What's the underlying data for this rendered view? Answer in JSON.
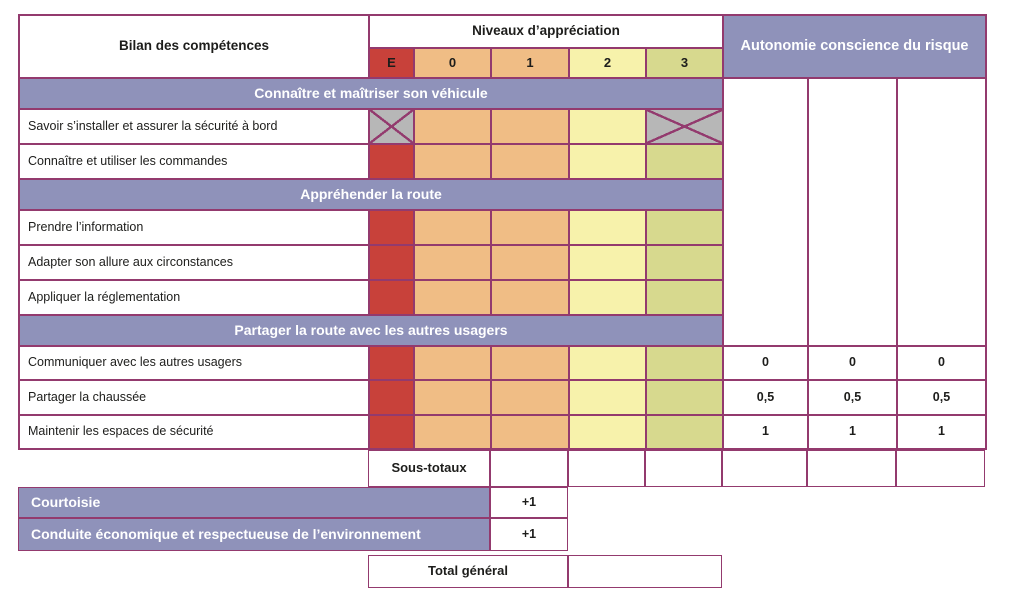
{
  "colors": {
    "border": "#933a6e",
    "section_bar": "#8f92ba",
    "level_e": "#c8413a",
    "level_0": "#f0bd85",
    "level_1": "#f0bd85",
    "level_2": "#f7f2ab",
    "level_3": "#d7d98e",
    "crossed_cell": "#b7b7b7"
  },
  "header": {
    "title": "Bilan des compétences",
    "levels_title": "Niveaux d’appréciation",
    "autonomy_title": "Autonomie conscience du risque",
    "levels": [
      "E",
      "0",
      "1",
      "2",
      "3"
    ]
  },
  "sections": [
    {
      "title": "Connaître et maîtriser son véhicule",
      "rows": [
        {
          "label": "Savoir s’installer et assurer la sécurité à bord"
        },
        {
          "label": "Connaître et utiliser les commandes"
        }
      ]
    },
    {
      "title": "Appréhender la route",
      "rows": [
        {
          "label": "Prendre l’information"
        },
        {
          "label": "Adapter son allure aux circonstances"
        },
        {
          "label": "Appliquer la réglementation"
        }
      ]
    },
    {
      "title": "Partager la route avec les autres usagers",
      "rows": [
        {
          "label": "Communiquer avec les autres usagers",
          "autonomy": [
            "0",
            "0",
            "0"
          ]
        },
        {
          "label": "Partager la chaussée",
          "autonomy": [
            "0,5",
            "0,5",
            "0,5"
          ]
        },
        {
          "label": "Maintenir les espaces de sécurité",
          "autonomy": [
            "1",
            "1",
            "1"
          ]
        }
      ]
    }
  ],
  "footer": {
    "subtotals_label": "Sous-totaux",
    "courtesy_label": "Courtoisie",
    "courtesy_bonus": "+1",
    "eco_label": "Conduite économique et respectueuse de l’environnement",
    "eco_bonus": "+1",
    "total_label": "Total général"
  }
}
